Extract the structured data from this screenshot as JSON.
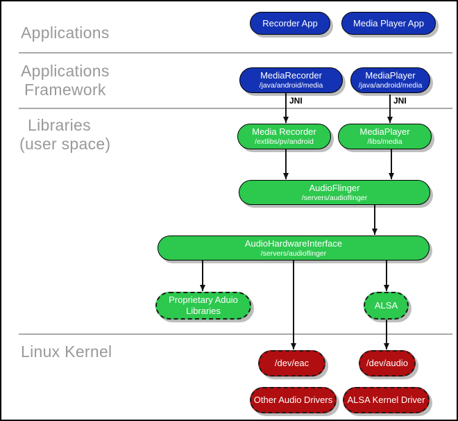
{
  "layers": {
    "applications": {
      "label": "Applications"
    },
    "framework": {
      "label_line1": "Applications",
      "label_line2": "Framework"
    },
    "libraries": {
      "label_line1": "Libraries",
      "label_line2": "(user space)"
    },
    "kernel": {
      "label": "Linux Kernel"
    }
  },
  "nodes": {
    "recorder_app": {
      "label": "Recorder App"
    },
    "media_player_app": {
      "label": "Media Player App"
    },
    "media_recorder_fw": {
      "label": "MediaRecorder",
      "sublabel": "/java/android/media"
    },
    "media_player_fw": {
      "label": "MediaPlayer",
      "sublabel": "/java/android/media"
    },
    "media_recorder_lib": {
      "label": "Media Recorder",
      "sublabel": "/extlibs/pv/android"
    },
    "media_player_lib": {
      "label": "MediaPlayer",
      "sublabel": "/libs/media"
    },
    "audio_flinger": {
      "label": "AudioFlinger",
      "sublabel": "/servers/audioflinger"
    },
    "audio_hardware_interface": {
      "label": "AudioHardwareInterface",
      "sublabel": "/servers/audioflinger"
    },
    "proprietary_audio_libraries": {
      "label": "Proprietary Aduio Libraries"
    },
    "alsa": {
      "label": "ALSA"
    },
    "dev_eac": {
      "label": "/dev/eac"
    },
    "dev_audio": {
      "label": "/dev/audio"
    },
    "other_audio_drivers": {
      "label": "Other Audio Drivers"
    },
    "alsa_kernel_driver": {
      "label": "ALSA Kernel Driver"
    }
  },
  "annotations": {
    "jni_left": "JNI",
    "jni_right": "JNI"
  },
  "colors": {
    "app_blue": "#1433b4",
    "lib_green": "#2dc84e",
    "kernel_red": "#b00e10",
    "shadow_gray": "#bdbdbd",
    "label_gray": "#999999",
    "divider_gray": "#a9a9a9"
  }
}
